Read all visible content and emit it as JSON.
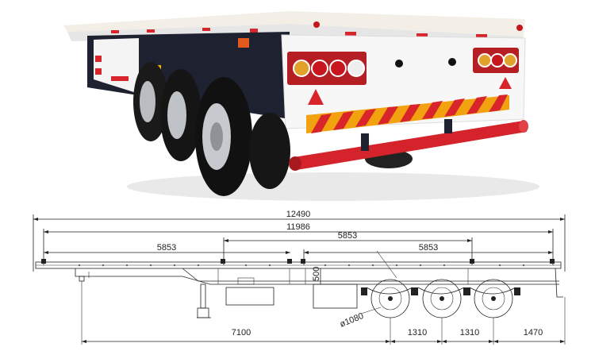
{
  "drawing": {
    "dimensions": {
      "overall_length": "12490",
      "deck_length": "11986",
      "lock_spacing_front": "5853",
      "lock_spacing_middle": "5853",
      "lock_spacing_rear": "5853",
      "kingpin_to_axle": "7100",
      "axle_spacing_1": "1310",
      "axle_spacing_2": "1310",
      "rear_overhang": "1470",
      "deck_height": "500",
      "wheel_diameter": "ø1080"
    }
  }
}
